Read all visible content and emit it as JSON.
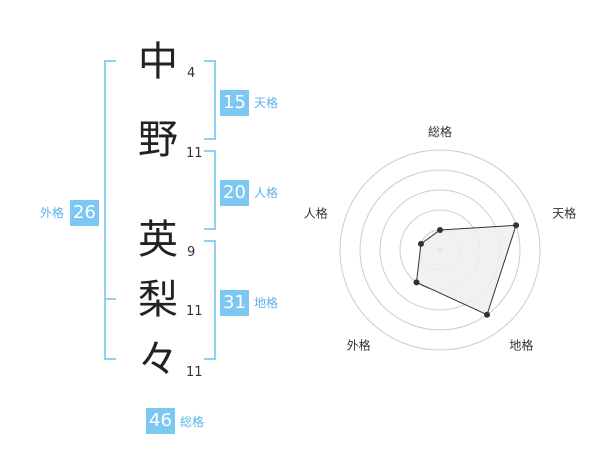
{
  "name": {
    "chars": [
      {
        "char": "中",
        "strokes": "4"
      },
      {
        "char": "野",
        "strokes": "11"
      },
      {
        "char": "英",
        "strokes": "9"
      },
      {
        "char": "梨",
        "strokes": "11"
      },
      {
        "char": "々",
        "strokes": "11"
      }
    ]
  },
  "grids": {
    "tenkaku": {
      "value": "15",
      "label": "天格"
    },
    "jinkaku": {
      "value": "20",
      "label": "人格"
    },
    "chikaku": {
      "value": "31",
      "label": "地格"
    },
    "gaikaku": {
      "value": "26",
      "label": "外格"
    },
    "soukaku": {
      "value": "46",
      "label": "総格"
    }
  },
  "chart_data": {
    "type": "radar",
    "axes": [
      "総格",
      "天格",
      "地格",
      "外格",
      "人格"
    ],
    "values": [
      1,
      4,
      4,
      2,
      1
    ],
    "rmax": 5,
    "rings": 5,
    "colors": {
      "fill": "#eeeeee",
      "stroke": "#333333",
      "ring": "#cccccc",
      "center": "#cccccc"
    }
  },
  "colors": {
    "accent": "#7cc8f3",
    "bracket": "#8fd0f5",
    "label": "#5cb3ea"
  }
}
